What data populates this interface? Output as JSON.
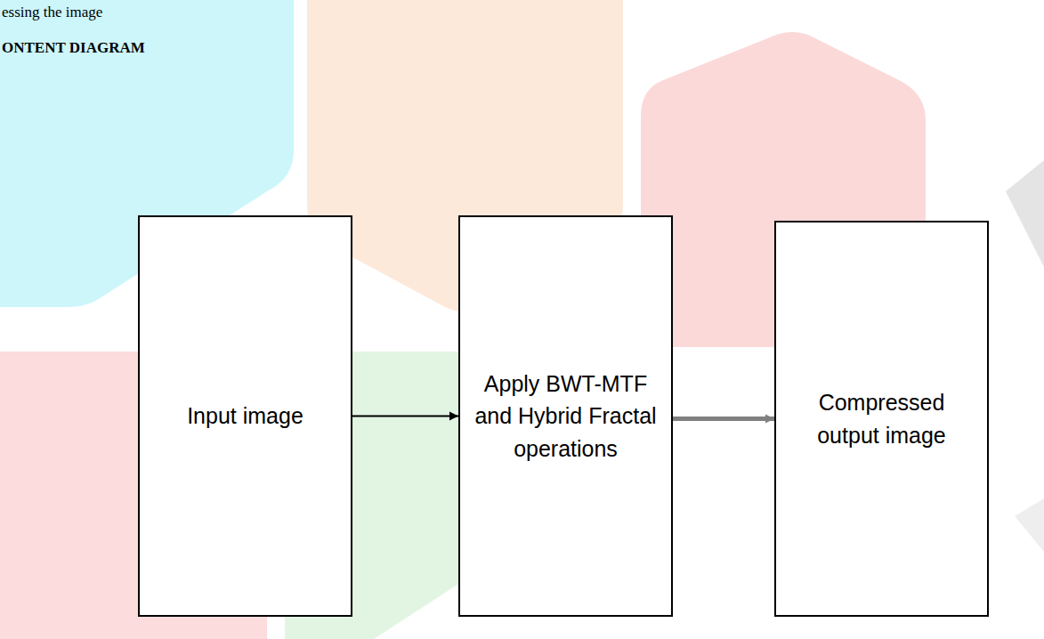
{
  "diagram": {
    "nodes": [
      {
        "text": [
          "Input image"
        ]
      },
      {
        "text": [
          "Apply BWT-MTF and Hybrid Fractal operations"
        ]
      },
      {
        "text": [
          "Compressed output image"
        ]
      }
    ],
    "edges": [
      {
        "from": 0,
        "to": 1,
        "arrow": "to"
      },
      {
        "from": 1,
        "to": 2,
        "arrow": "to"
      }
    ],
    "labels": [
      "essing the image",
      "ONTENT DIAGRAM"
    ]
  }
}
